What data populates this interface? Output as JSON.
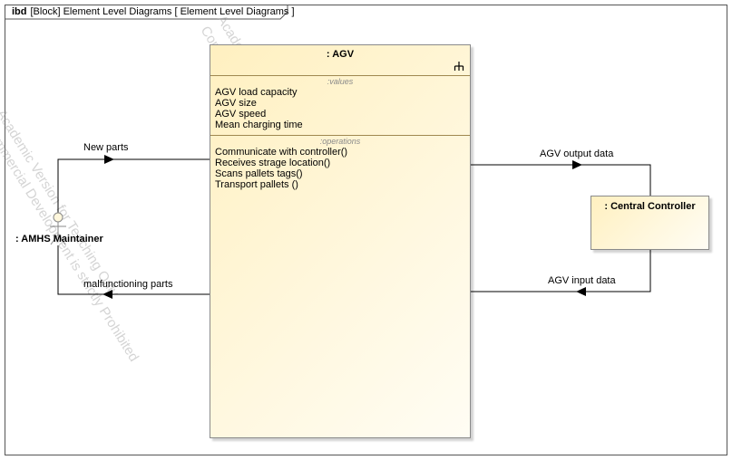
{
  "frame": {
    "kind": "ibd",
    "title": "[Block] Element Level Diagrams [ Element Level Diagrams ]"
  },
  "blocks": {
    "agv": {
      "name": ": AGV",
      "values_label": ":values",
      "values": [
        "AGV load capacity",
        "AGV size",
        "AGV speed",
        "Mean charging time"
      ],
      "operations_label": ":operations",
      "operations": [
        "Communicate with controller()",
        "Receives strage location()",
        "Scans pallets tags()",
        "Transport pallets ()"
      ]
    },
    "central_controller": {
      "name": ": Central Controller"
    }
  },
  "actor": {
    "name": ": AMHS Maintainer",
    "icon": "stick-figure-icon"
  },
  "connectors": {
    "new_parts": "New parts",
    "malfunctioning_parts": "malfunctioning parts",
    "agv_output_data": "AGV output data",
    "agv_input_data": "AGV input data"
  },
  "watermarks": [
    "Academic Version for Teaching Only",
    "Commercial Development is strictly Prohibited"
  ],
  "colors": {
    "block_fill": "#fff0c0",
    "line": "#000000",
    "watermark": "#a0a0a0"
  }
}
